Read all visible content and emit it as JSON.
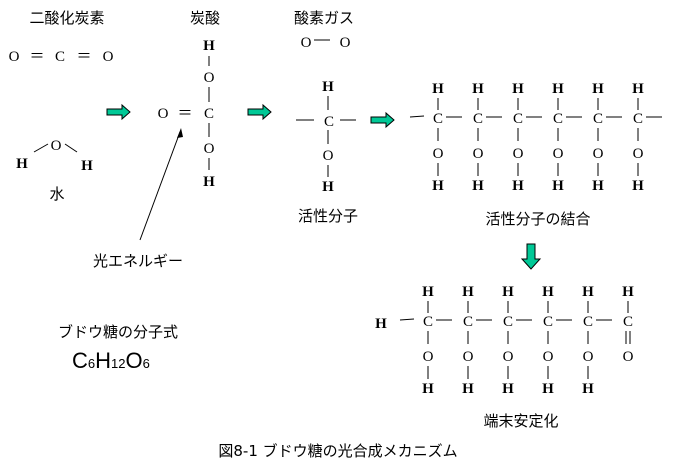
{
  "labels": {
    "co2": "二酸化炭素",
    "carbonic_acid": "炭酸",
    "oxygen_gas": "酸素ガス",
    "water": "水",
    "active_molecule": "活性分子",
    "active_bond": "活性分子の結合",
    "terminal_stabilization": "端末安定化",
    "light_energy": "光エネルギー",
    "glucose_formula_label": "ブドウ糖の分子式",
    "caption": "図8-1  ブドウ糖の光合成メカニズム"
  },
  "formula": {
    "c": "C",
    "c_n": "6",
    "h": "H",
    "h_n": "12",
    "o": "O",
    "o_n": "6"
  },
  "atoms": {
    "H": "H",
    "C": "C",
    "O": "O",
    "eq": "＝"
  },
  "colors": {
    "arrow_fill": "#00c896",
    "arrow_stroke": "#000000"
  },
  "chain_length": 6
}
